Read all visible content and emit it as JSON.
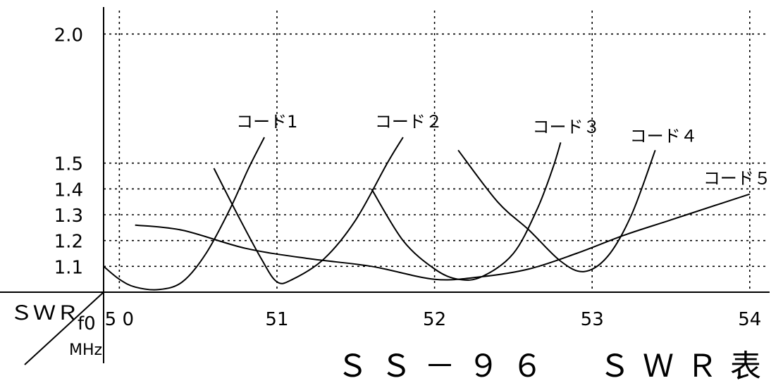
{
  "chart_data": {
    "type": "line",
    "title": "ＳＳ－９６　ＳＷＲ表",
    "ylabel": "ＳＷＲ",
    "xlabel_line1": "f0",
    "xlabel_line2": "MHz",
    "xlim": [
      49.9,
      54.05
    ],
    "ylim": [
      1.0,
      2.05
    ],
    "x_ticks": [
      50,
      51,
      52,
      53,
      54
    ],
    "x_tick_labels": [
      "5 0",
      "51",
      "52",
      "53",
      "54"
    ],
    "y_ticks": [
      1.1,
      1.2,
      1.3,
      1.4,
      1.5,
      2.0
    ],
    "y_tick_labels": [
      "1.1",
      "1.2",
      "1.3",
      "1.4",
      "1.5",
      "2.0"
    ],
    "grid": true,
    "series": [
      {
        "name": "コード1",
        "x": [
          49.9,
          50.0,
          50.1,
          50.25,
          50.4,
          50.55,
          50.7,
          50.82,
          50.92
        ],
        "y": [
          1.1,
          1.05,
          1.02,
          1.01,
          1.04,
          1.15,
          1.32,
          1.48,
          1.6
        ]
      },
      {
        "name": "コード２",
        "x": [
          50.6,
          50.75,
          50.9,
          51.0,
          51.1,
          51.3,
          51.5,
          51.7,
          51.8
        ],
        "y": [
          1.48,
          1.3,
          1.13,
          1.04,
          1.05,
          1.13,
          1.28,
          1.5,
          1.6
        ]
      },
      {
        "name": "コード３",
        "x": [
          51.6,
          51.8,
          52.0,
          52.15,
          52.3,
          52.5,
          52.65,
          52.75,
          52.8
        ],
        "y": [
          1.4,
          1.2,
          1.09,
          1.05,
          1.06,
          1.15,
          1.32,
          1.48,
          1.58
        ]
      },
      {
        "name": "コード４",
        "x": [
          52.15,
          52.4,
          52.6,
          52.8,
          52.95,
          53.1,
          53.25,
          53.4
        ],
        "y": [
          1.55,
          1.35,
          1.24,
          1.12,
          1.08,
          1.14,
          1.3,
          1.55
        ]
      },
      {
        "name": "コード５",
        "x": [
          50.1,
          50.4,
          50.8,
          51.2,
          51.6,
          52.0,
          52.3,
          52.6,
          52.9,
          53.2,
          53.5,
          53.8,
          54.0
        ],
        "y": [
          1.26,
          1.24,
          1.17,
          1.13,
          1.1,
          1.05,
          1.06,
          1.09,
          1.15,
          1.22,
          1.28,
          1.34,
          1.38
        ]
      }
    ]
  }
}
